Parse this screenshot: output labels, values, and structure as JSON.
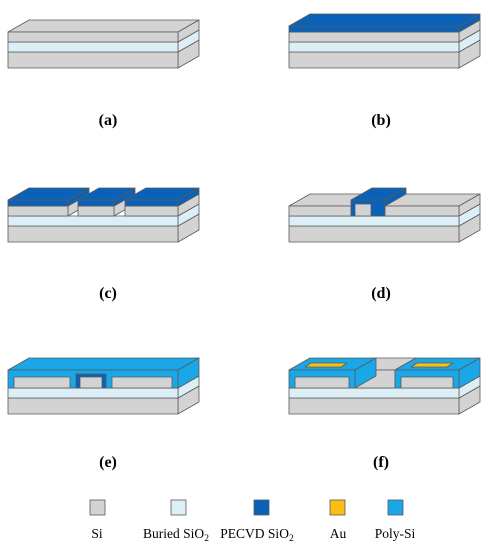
{
  "colors": {
    "si": "#d3d3d3",
    "buried_sio2": "#dceef6",
    "pecvd_sio2": "#0a62b8",
    "au": "#fbbf14",
    "poly_si": "#1aa7e8",
    "stroke": "#5a5a5a"
  },
  "panels": [
    {
      "id": "a",
      "label": "(a)"
    },
    {
      "id": "b",
      "label": "(b)"
    },
    {
      "id": "c",
      "label": "(c)"
    },
    {
      "id": "d",
      "label": "(d)"
    },
    {
      "id": "e",
      "label": "(e)"
    },
    {
      "id": "f",
      "label": "(f)"
    }
  ],
  "legend": [
    {
      "key": "si",
      "label": "Si"
    },
    {
      "key": "buried_sio2",
      "label": "Buried SiO",
      "sub": "2"
    },
    {
      "key": "pecvd_sio2",
      "label": "PECVD SiO",
      "sub": "2"
    },
    {
      "key": "au",
      "label": "Au"
    },
    {
      "key": "poly_si",
      "label": "Poly-Si"
    }
  ]
}
